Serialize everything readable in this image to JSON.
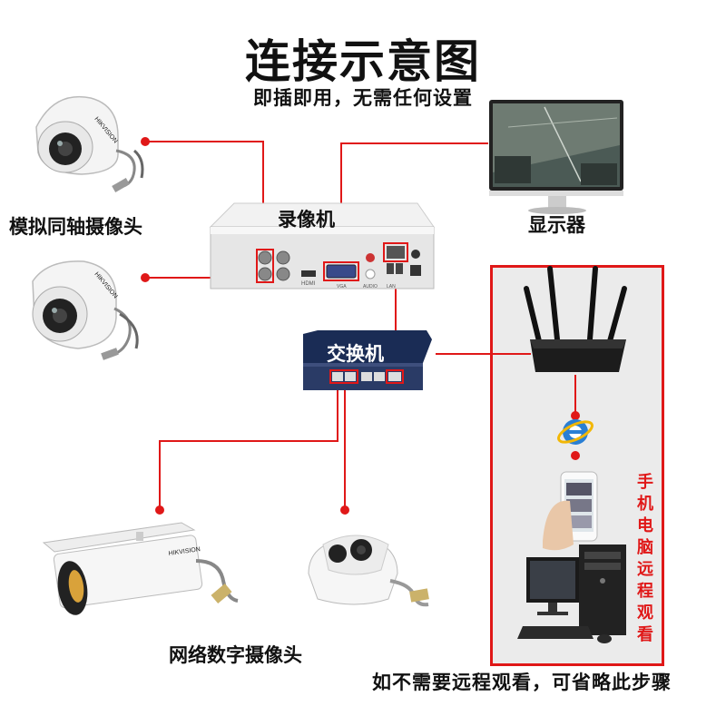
{
  "title": "连接示意图",
  "subtitle": "即插即用，无需任何设置",
  "labels": {
    "nvr": "录像机",
    "monitor": "显示器",
    "analog_cameras": "模拟同轴摄像头",
    "switch": "交换机",
    "network_cameras": "网络数字摄像头",
    "remote_view": "手机电脑远程观看"
  },
  "footer": "如不需要远程观看，可省略此步骤",
  "nvr_port_labels": {
    "hdmi": "HDMI",
    "vga": "VGA",
    "audio": "AUDIO",
    "lan": "LAN"
  },
  "camera_brand": "HIKVISION",
  "colors": {
    "wire": "#e01818",
    "background": "#ffffff",
    "remote_panel": "#ebebeb"
  },
  "icons": [
    "dome-camera",
    "nvr",
    "monitor",
    "switch",
    "bullet-camera",
    "router",
    "ie-browser",
    "smartphone",
    "desktop-pc"
  ]
}
